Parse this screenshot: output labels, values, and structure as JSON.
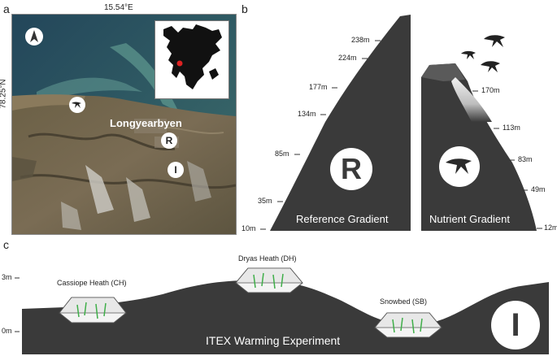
{
  "panels": {
    "a": {
      "letter": "a",
      "lon_label": "15.54°E",
      "lat_label": "78.25°N",
      "town_label": "Longyearbyen",
      "markers": [
        {
          "name": "bird-colony-marker",
          "label": ""
        },
        {
          "name": "reference-site-marker",
          "label": "R"
        },
        {
          "name": "itex-site-marker",
          "label": "I"
        }
      ]
    },
    "b": {
      "letter": "b",
      "reference": {
        "title": "Reference Gradient",
        "symbol": "R",
        "altitudes": [
          "238m",
          "224m",
          "177m",
          "134m",
          "85m",
          "35m",
          "10m"
        ]
      },
      "nutrient": {
        "title": "Nutrient Gradient",
        "altitudes": [
          "170m",
          "113m",
          "83m",
          "49m",
          "12m"
        ]
      }
    },
    "c": {
      "letter": "c",
      "y_ticks": [
        "3m",
        "0m"
      ],
      "sites": [
        "Cassiope Heath (CH)",
        "Dryas Heath (DH)",
        "Snowbed (SB)"
      ],
      "title": "ITEX Warming Experiment",
      "symbol": "I"
    }
  },
  "colors": {
    "terrain": "#3a3a3a",
    "marker_bg": "#ffffff",
    "vegetation": "#3fae49"
  }
}
